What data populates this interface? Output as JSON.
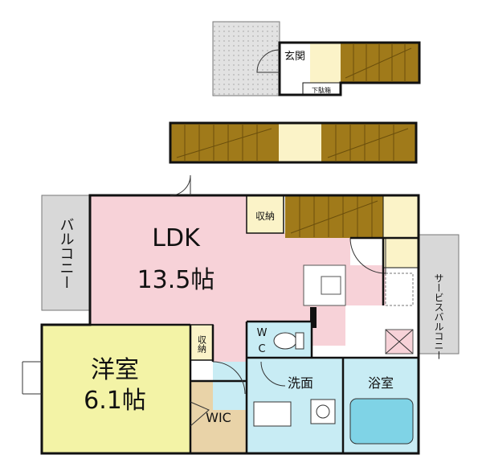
{
  "colors": {
    "ldk": "#f7d2d8",
    "western": "#f3f3a6",
    "wic": "#e9d3a8",
    "wet": "#c8ecf4",
    "stairs": "#a07a1a",
    "landing": "#fbf3c8",
    "balcony": "#d8d8d8",
    "wall": "#111111"
  },
  "rooms": {
    "ldk_name": "LDK",
    "ldk_size": "13.5帖",
    "western_name": "洋室",
    "western_size": "6.1帖",
    "entrance": "玄関",
    "shoe_box": "下駄箱",
    "storage_ldk": "収納",
    "storage_western": "収納",
    "wic": "WIC",
    "wc_w": "W",
    "wc_c": "C",
    "washroom": "洗面",
    "bathroom": "浴室",
    "balcony": "バルコニー",
    "service_balcony": "サービスバルコニー"
  }
}
